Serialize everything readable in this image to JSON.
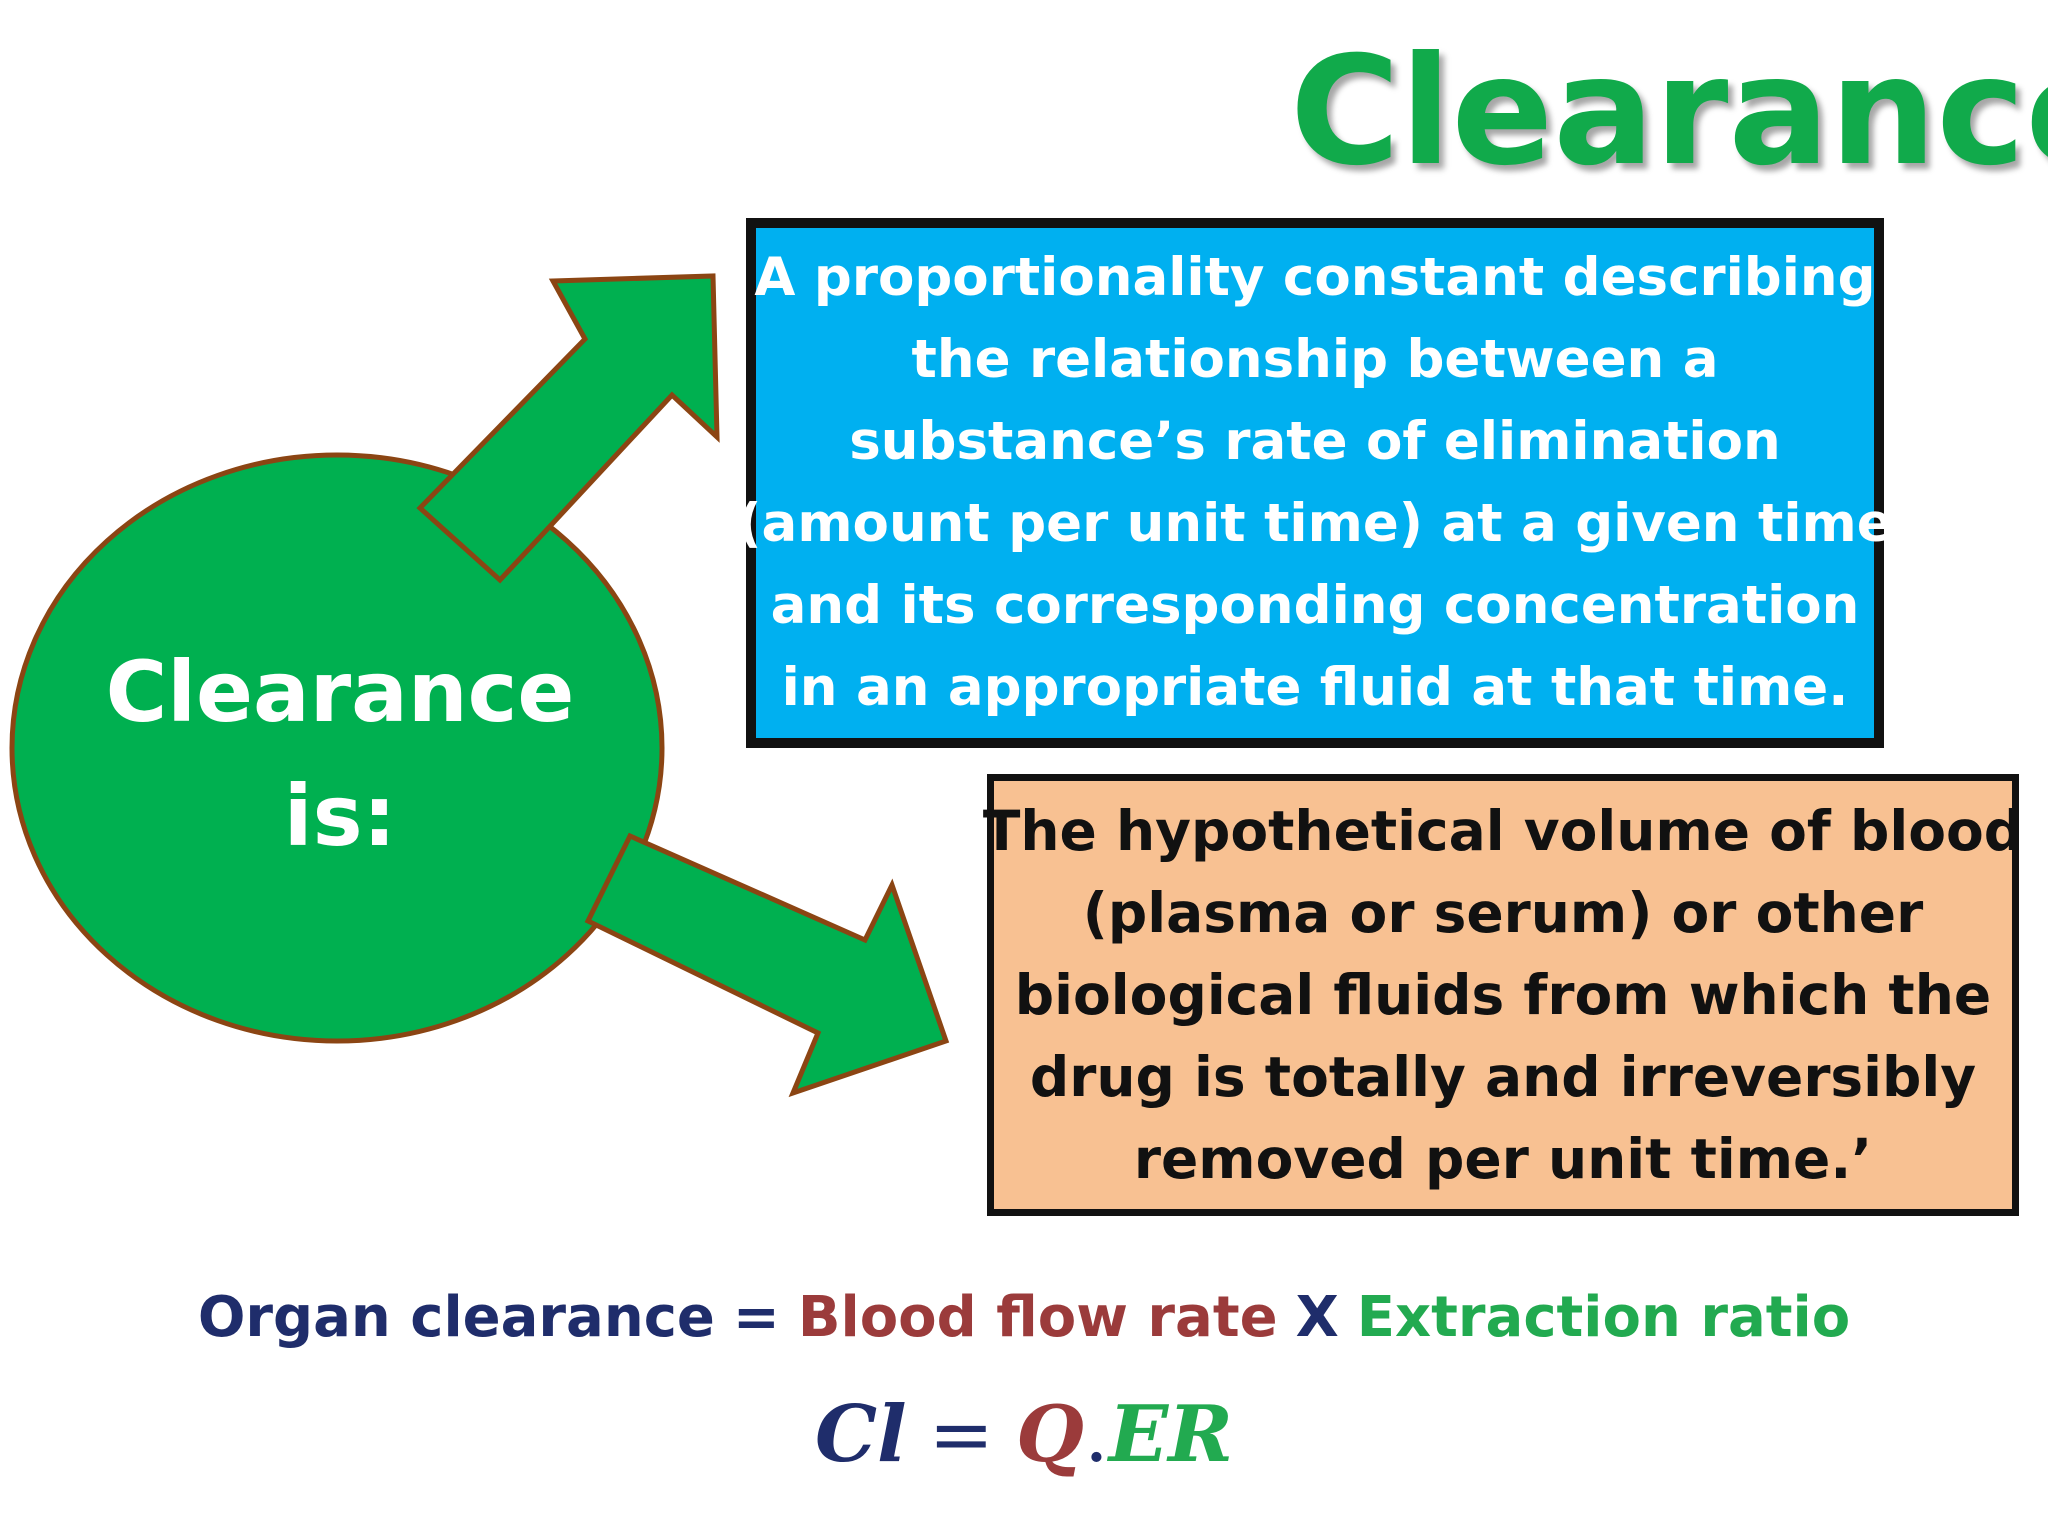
{
  "title": "Clearance",
  "oval": {
    "line1": "Clearance",
    "line2": "is:"
  },
  "definition_box": {
    "lines": [
      "A proportionality constant describing",
      "the relationship between a",
      "substance’s rate of elimination",
      "(amount per unit time) at a given time",
      "and its corresponding concentration",
      "in an appropriate fluid at that time."
    ]
  },
  "volume_box": {
    "lines": [
      "The hypothetical volume of blood",
      "(plasma or serum) or other",
      "biological fluids from which the",
      "drug is totally and irreversibly",
      "removed per unit time.’"
    ]
  },
  "formula": {
    "organ_clearance": "Organ clearance",
    "equals": "=",
    "blood_flow_rate": "Blood flow rate",
    "times": "X",
    "extraction_ratio": "Extraction ratio"
  },
  "equation": {
    "lhs": "Cl",
    "equals": "=",
    "q": "Q",
    "dot": ".",
    "er": "ER"
  },
  "colors": {
    "title_green": "#11aa4b",
    "shape_green": "#00b050",
    "shape_outline": "#8b4513",
    "box_blue": "#00b0f0",
    "box_orange": "#f8c192",
    "navy": "#1f2d6b",
    "brick_red": "#9b3b3b",
    "formula_green": "#22aa50"
  }
}
